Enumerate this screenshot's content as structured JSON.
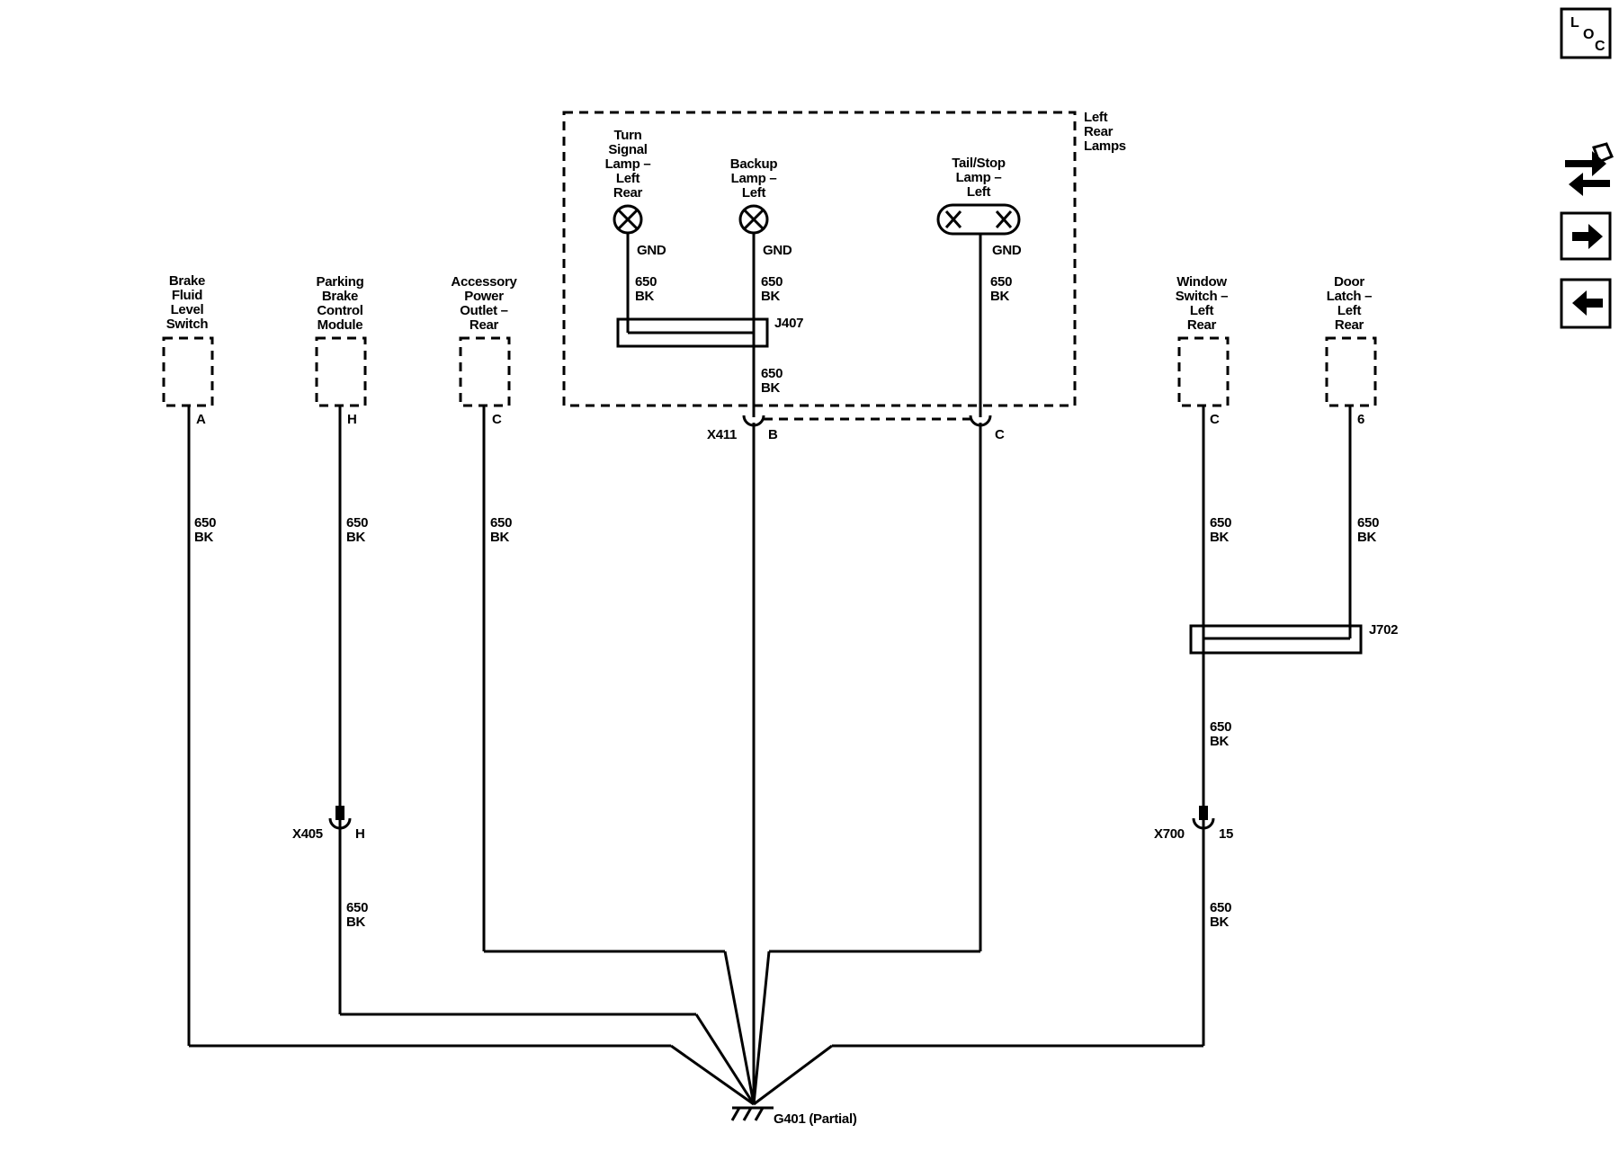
{
  "left_rear_lamps": {
    "title": [
      "Left",
      "Rear",
      "Lamps"
    ],
    "turn_signal": [
      "Turn",
      "Signal",
      "Lamp –",
      "Left",
      "Rear"
    ],
    "backup": [
      "Backup",
      "Lamp –",
      "Left"
    ],
    "tail_stop": [
      "Tail/Stop",
      "Lamp –",
      "Left"
    ],
    "gnd_label": "GND"
  },
  "wire": {
    "circuit": "650",
    "color": "BK"
  },
  "components": {
    "brake_fluid": {
      "name": [
        "Brake",
        "Fluid",
        "Level",
        "Switch"
      ],
      "pin": "A"
    },
    "parking_brake": {
      "name": [
        "Parking",
        "Brake",
        "Control",
        "Module"
      ],
      "pin": "H"
    },
    "accessory_power": {
      "name": [
        "Accessory",
        "Power",
        "Outlet –",
        "Rear"
      ],
      "pin": "C"
    },
    "window_switch": {
      "name": [
        "Window",
        "Switch –",
        "Left",
        "Rear"
      ],
      "pin": "C"
    },
    "door_latch": {
      "name": [
        "Door",
        "Latch –",
        "Left",
        "Rear"
      ],
      "pin": "6"
    }
  },
  "connectors": {
    "x411": {
      "name": "X411",
      "pin_b": "B",
      "pin_c": "C"
    },
    "x405": {
      "name": "X405",
      "pin": "H"
    },
    "x700": {
      "name": "X700",
      "pin": "15"
    }
  },
  "splices": {
    "j407": "J407",
    "j702": "J702"
  },
  "ground": {
    "label": "G401 (Partial)"
  },
  "sidebar": {
    "loc_icon": [
      "L",
      "O",
      "C"
    ],
    "buttons": [
      "loc",
      "connector-swap",
      "next",
      "previous"
    ]
  }
}
